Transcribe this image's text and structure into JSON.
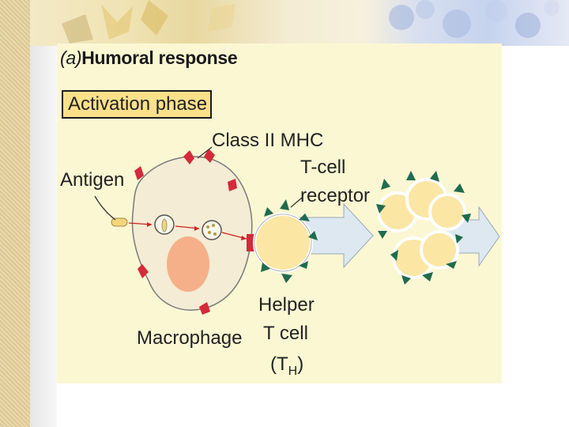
{
  "figure": {
    "heading_tag": "(a)",
    "heading_title": "Humoral response",
    "phase_label": "Activation phase",
    "labels": {
      "antigen": "Antigen",
      "class2_mhc": "Class II MHC",
      "tcell_receptor_line1": "T-cell",
      "tcell_receptor_line2": "receptor",
      "macrophage": "Macrophage",
      "helper_line1": "Helper",
      "helper_line2": "T cell",
      "th_open": "(T",
      "th_sub": "H",
      "th_close": ")"
    }
  },
  "colors": {
    "panel_bg": "#fbf7d3",
    "phase_box": "#fbe08a",
    "mhc_red": "#d42a3a",
    "receptor_green": "#1f6b4e",
    "nucleus": "#f5b08a",
    "tcell_fill": "#fbe6a4",
    "macrophage_fill": "#f4ecd4",
    "arrow_fill": "#dde8f1"
  }
}
